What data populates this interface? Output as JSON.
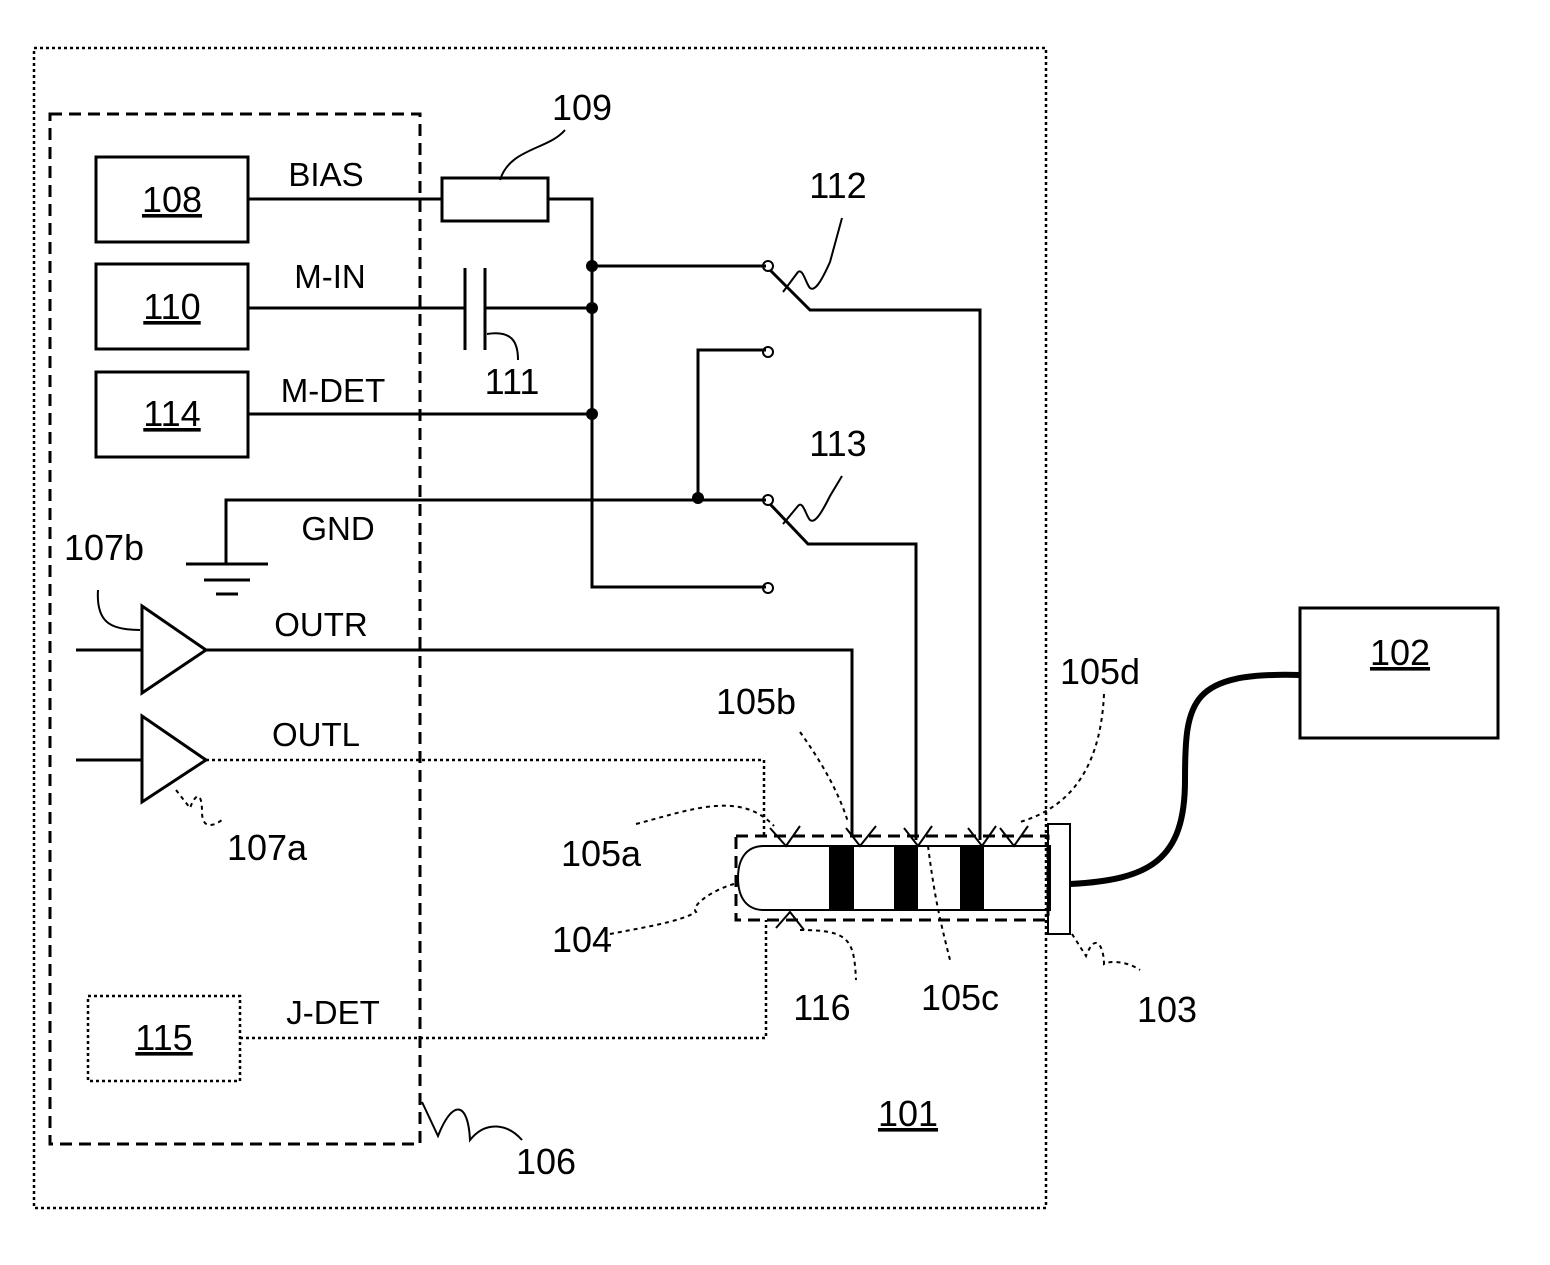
{
  "blocks": {
    "b101": "101",
    "b102": "102",
    "b108": "108",
    "b110": "110",
    "b114": "114",
    "b115": "115"
  },
  "signals": {
    "bias": "BIAS",
    "m_in": "M-IN",
    "m_det": "M-DET",
    "gnd": "GND",
    "outr": "OUTR",
    "outl": "OUTL",
    "j_det": "J-DET"
  },
  "refs": {
    "r103": "103",
    "r104": "104",
    "r105a": "105a",
    "r105b": "105b",
    "r105c": "105c",
    "r105d": "105d",
    "r106": "106",
    "r107a": "107a",
    "r107b": "107b",
    "r109": "109",
    "r111": "111",
    "r112": "112",
    "r113": "113",
    "r116": "116"
  }
}
